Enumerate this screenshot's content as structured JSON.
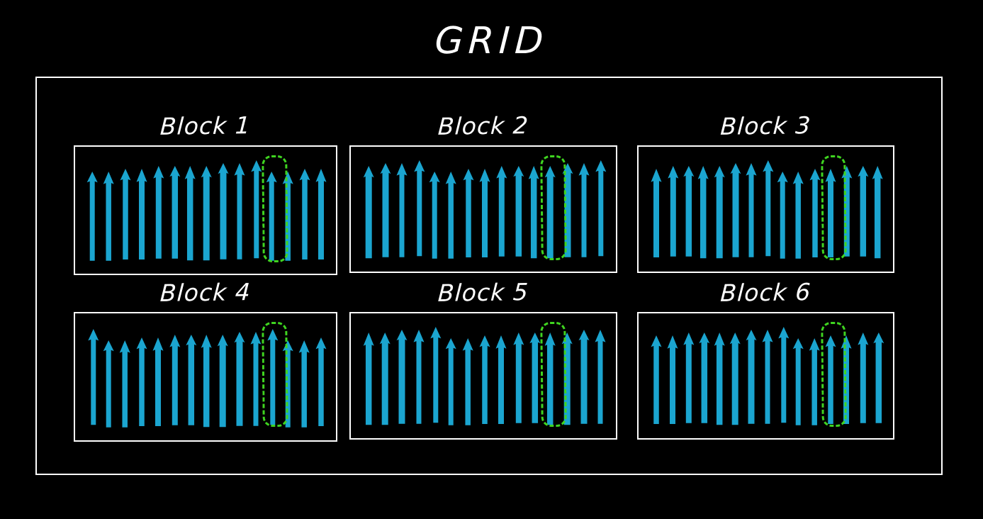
{
  "page": {
    "title": "GRID",
    "background_color": "#000000",
    "frame_color": "#ffffff"
  },
  "colors": {
    "arrow": "#1ba5d0",
    "highlight": "#3fd420",
    "border": "#ffffff",
    "text": "#ffffff",
    "background": "#000000"
  },
  "blocks": [
    {
      "label": "Block 1",
      "arrow_count": 15,
      "highlighted_index": 11,
      "row": 0,
      "col": 0
    },
    {
      "label": "Block 2",
      "arrow_count": 15,
      "highlighted_index": 11,
      "row": 0,
      "col": 1
    },
    {
      "label": "Block 3",
      "arrow_count": 15,
      "highlighted_index": 11,
      "row": 0,
      "col": 2
    },
    {
      "label": "Block 4",
      "arrow_count": 15,
      "highlighted_index": 11,
      "row": 1,
      "col": 0
    },
    {
      "label": "Block 5",
      "arrow_count": 15,
      "highlighted_index": 11,
      "row": 1,
      "col": 1
    },
    {
      "label": "Block 6",
      "arrow_count": 15,
      "highlighted_index": 11,
      "row": 1,
      "col": 2
    }
  ]
}
